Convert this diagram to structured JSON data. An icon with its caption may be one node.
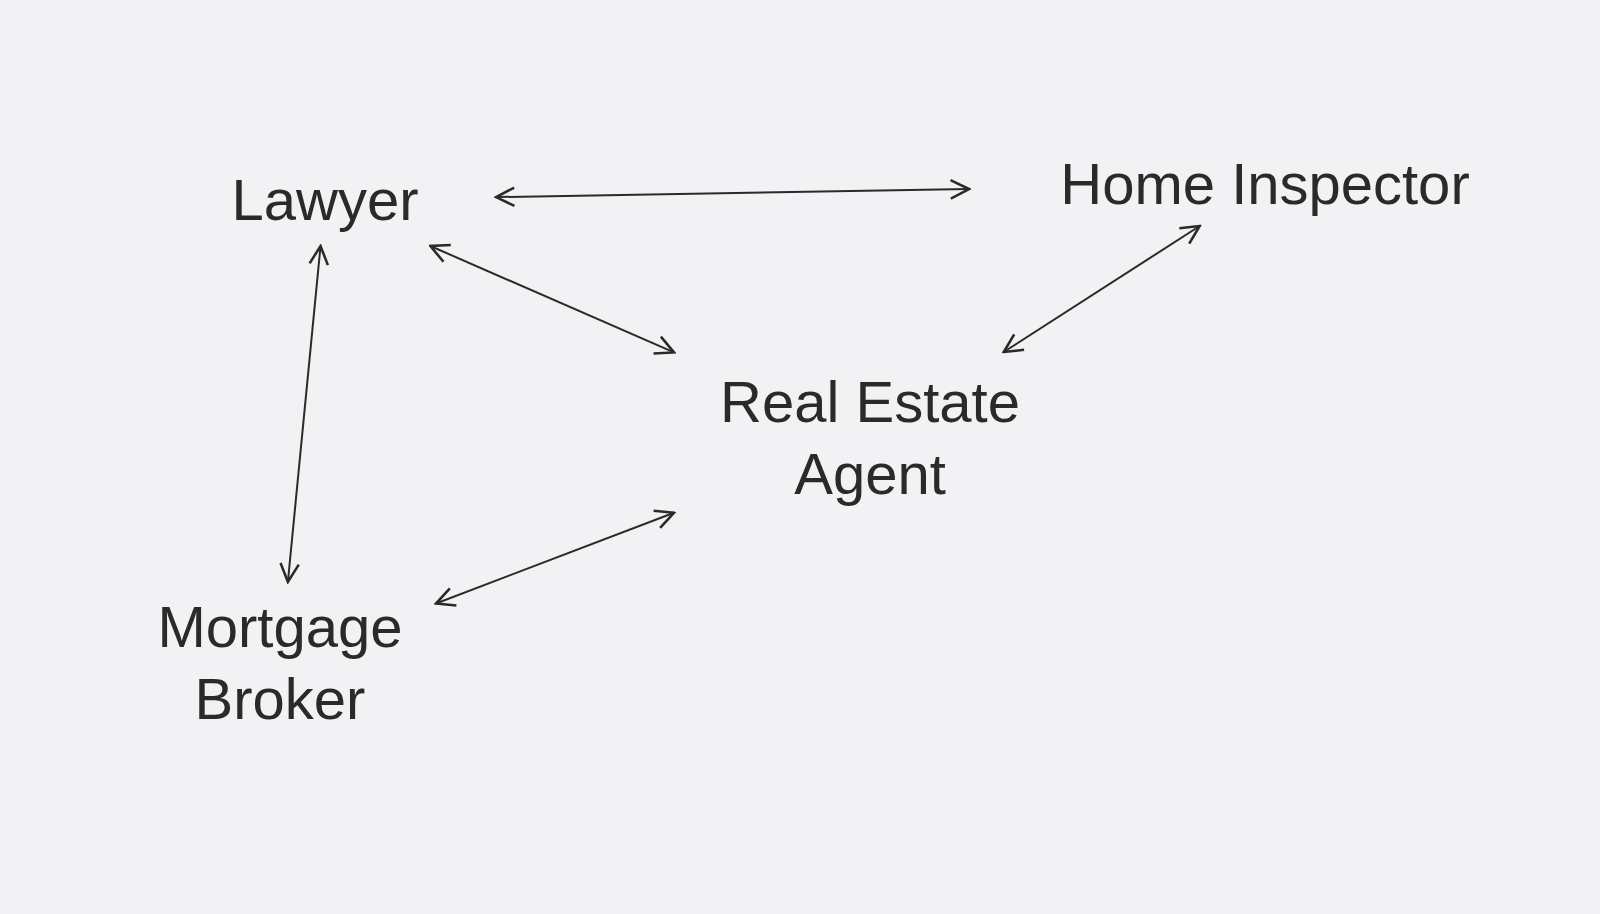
{
  "diagram": {
    "nodes": [
      {
        "text": [
          "Lawyer"
        ]
      },
      {
        "text": [
          "Home Inspector"
        ]
      },
      {
        "text": [
          "Real Estate Agent"
        ]
      },
      {
        "text": [
          "Mortgage Broker"
        ]
      }
    ],
    "edges": [
      {
        "from": 0,
        "to": 1,
        "arrow": "both"
      },
      {
        "from": 0,
        "to": 3,
        "arrow": "both"
      },
      {
        "from": 0,
        "to": 2,
        "arrow": "both"
      },
      {
        "from": 1,
        "to": 2,
        "arrow": "both"
      },
      {
        "from": 3,
        "to": 2,
        "arrow": "both"
      }
    ]
  }
}
